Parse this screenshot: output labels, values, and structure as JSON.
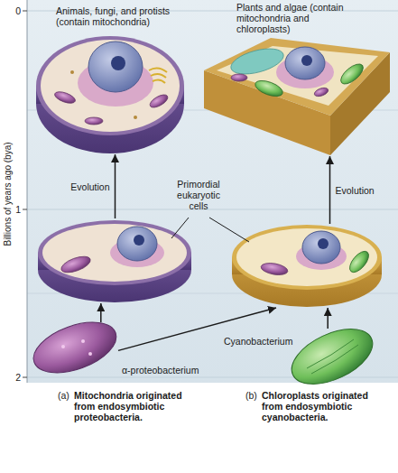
{
  "diagram": {
    "nodes": [
      {
        "text": [
          "Animals, fungi, and protists (contain mitochondria)"
        ]
      },
      {
        "text": [
          "Plants and algae (contain mitochondria and chloroplasts)"
        ]
      },
      {
        "text": []
      },
      {
        "text": []
      },
      {
        "text": [
          "α-proteobacterium"
        ]
      },
      {
        "text": [
          "Cyanobacterium"
        ]
      }
    ],
    "edges": [
      {
        "from": 4,
        "to": 2,
        "arrow": "to"
      },
      {
        "from": 4,
        "to": 3,
        "arrow": "to"
      },
      {
        "from": 5,
        "to": 3,
        "arrow": "to"
      },
      {
        "from": 2,
        "to": 0,
        "arrow": "to",
        "label": "Evolution"
      },
      {
        "from": 3,
        "to": 1,
        "arrow": "to",
        "label": "Evolution"
      }
    ],
    "labels": [
      "Billions of years ago (bya)",
      "0",
      "1",
      "2",
      "Primordial eukaryotic cells",
      "(a)",
      "Mitochondria originated from endosymbiotic proteobacteria.",
      "(b)",
      "Chloroplasts originated from endosymbiotic cyanobacteria."
    ]
  }
}
